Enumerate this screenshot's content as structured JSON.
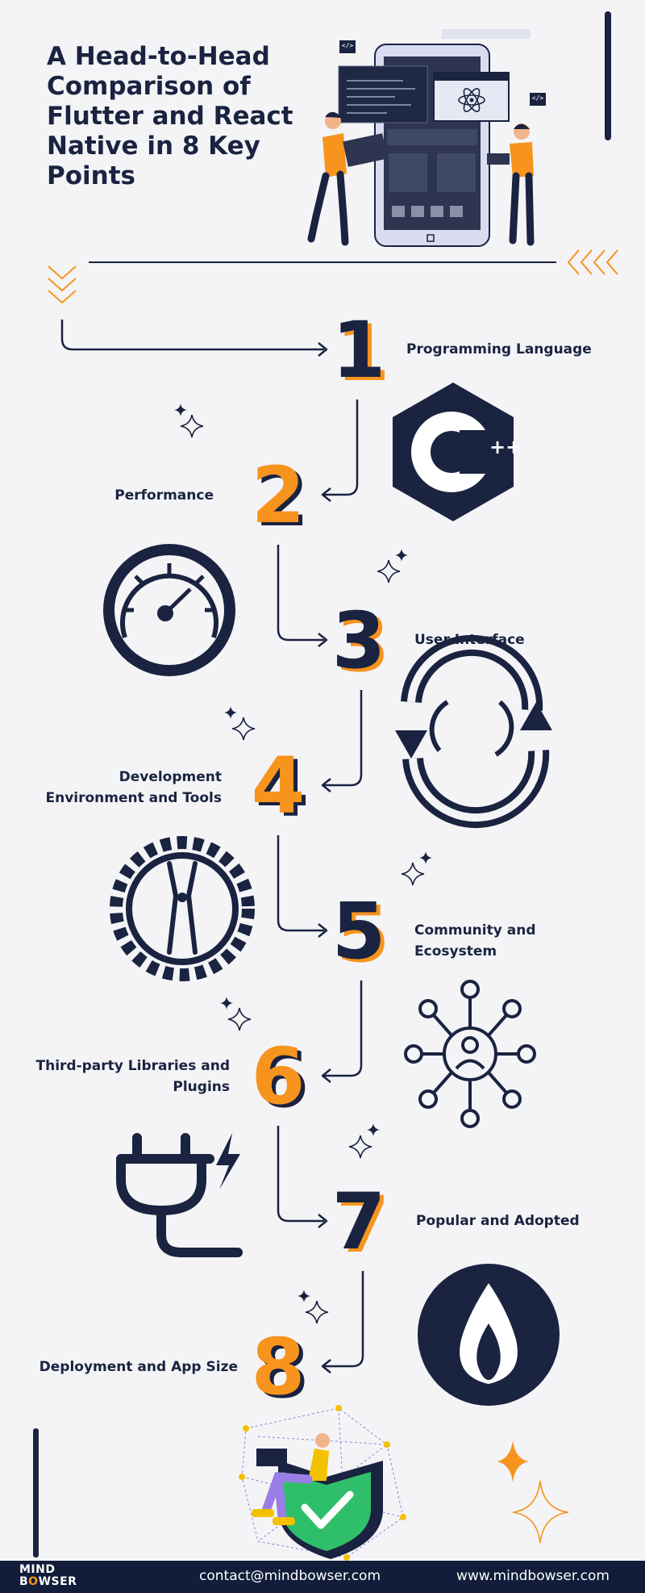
{
  "title": "A Head-to-Head Comparison of Flutter and React Native in 8 Key Points",
  "steps": [
    {
      "number": "1",
      "label": "Programming Language"
    },
    {
      "number": "2",
      "label": "Performance"
    },
    {
      "number": "3",
      "label": "User Interface"
    },
    {
      "number": "4",
      "label": "Development Environment and Tools"
    },
    {
      "number": "5",
      "label": "Community and Ecosystem"
    },
    {
      "number": "6",
      "label": "Third-party Libraries and Plugins"
    },
    {
      "number": "7",
      "label": "Popular and Adopted"
    },
    {
      "number": "8",
      "label": "Deployment and App Size"
    }
  ],
  "icons": {
    "cpp_symbol": "C",
    "cpp_plus": "++",
    "code_tag": "</>"
  },
  "footer": {
    "brand_line1": "MIND",
    "brand_line2_pre": "B",
    "brand_line2_o": "O",
    "brand_line2_post": "WSER",
    "email": "contact@mindbowser.com",
    "website": "www.mindbowser.com"
  },
  "colors": {
    "navy": "#1a2340",
    "orange": "#f7941d",
    "background": "#f4f4f7",
    "footer": "#111d3a",
    "green": "#2fbf6a"
  }
}
